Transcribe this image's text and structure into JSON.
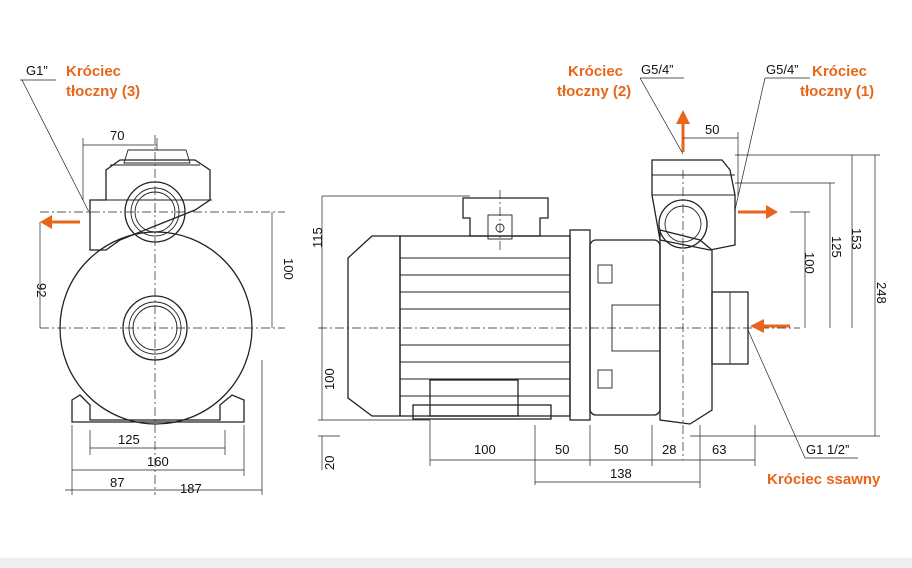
{
  "callouts": {
    "port3_line1": "Króciec",
    "port3_line2": "tłoczny (3)",
    "port2_line1": "Króciec",
    "port2_line2": "tłoczny (2)",
    "port1_line1": "Króciec",
    "port1_line2": "tłoczny (1)",
    "suction": "Króciec ssawny"
  },
  "threads": {
    "port3": "G1”",
    "port2": "G5/4”",
    "port1": "G5/4”",
    "suction": "G1  1/2”"
  },
  "dimensions": {
    "front_top_width": "70",
    "front_left_height": "92",
    "front_right_height": "100",
    "front_base_inner": "125",
    "front_base_outer": "160",
    "front_half_width": "87",
    "front_total_width": "187",
    "side_upper_height": "115",
    "side_lower_height": "100",
    "side_foot_height": "20",
    "side_outlet_offset": "50",
    "side_h_100": "100",
    "side_h_125": "125",
    "side_h_153": "153",
    "side_h_248": "248",
    "side_base_100": "100",
    "side_base_50a": "50",
    "side_base_50b": "50",
    "side_base_28": "28",
    "side_base_63": "63",
    "side_base_138": "138"
  },
  "colors": {
    "accent": "#e8661c",
    "line": "#222222"
  }
}
